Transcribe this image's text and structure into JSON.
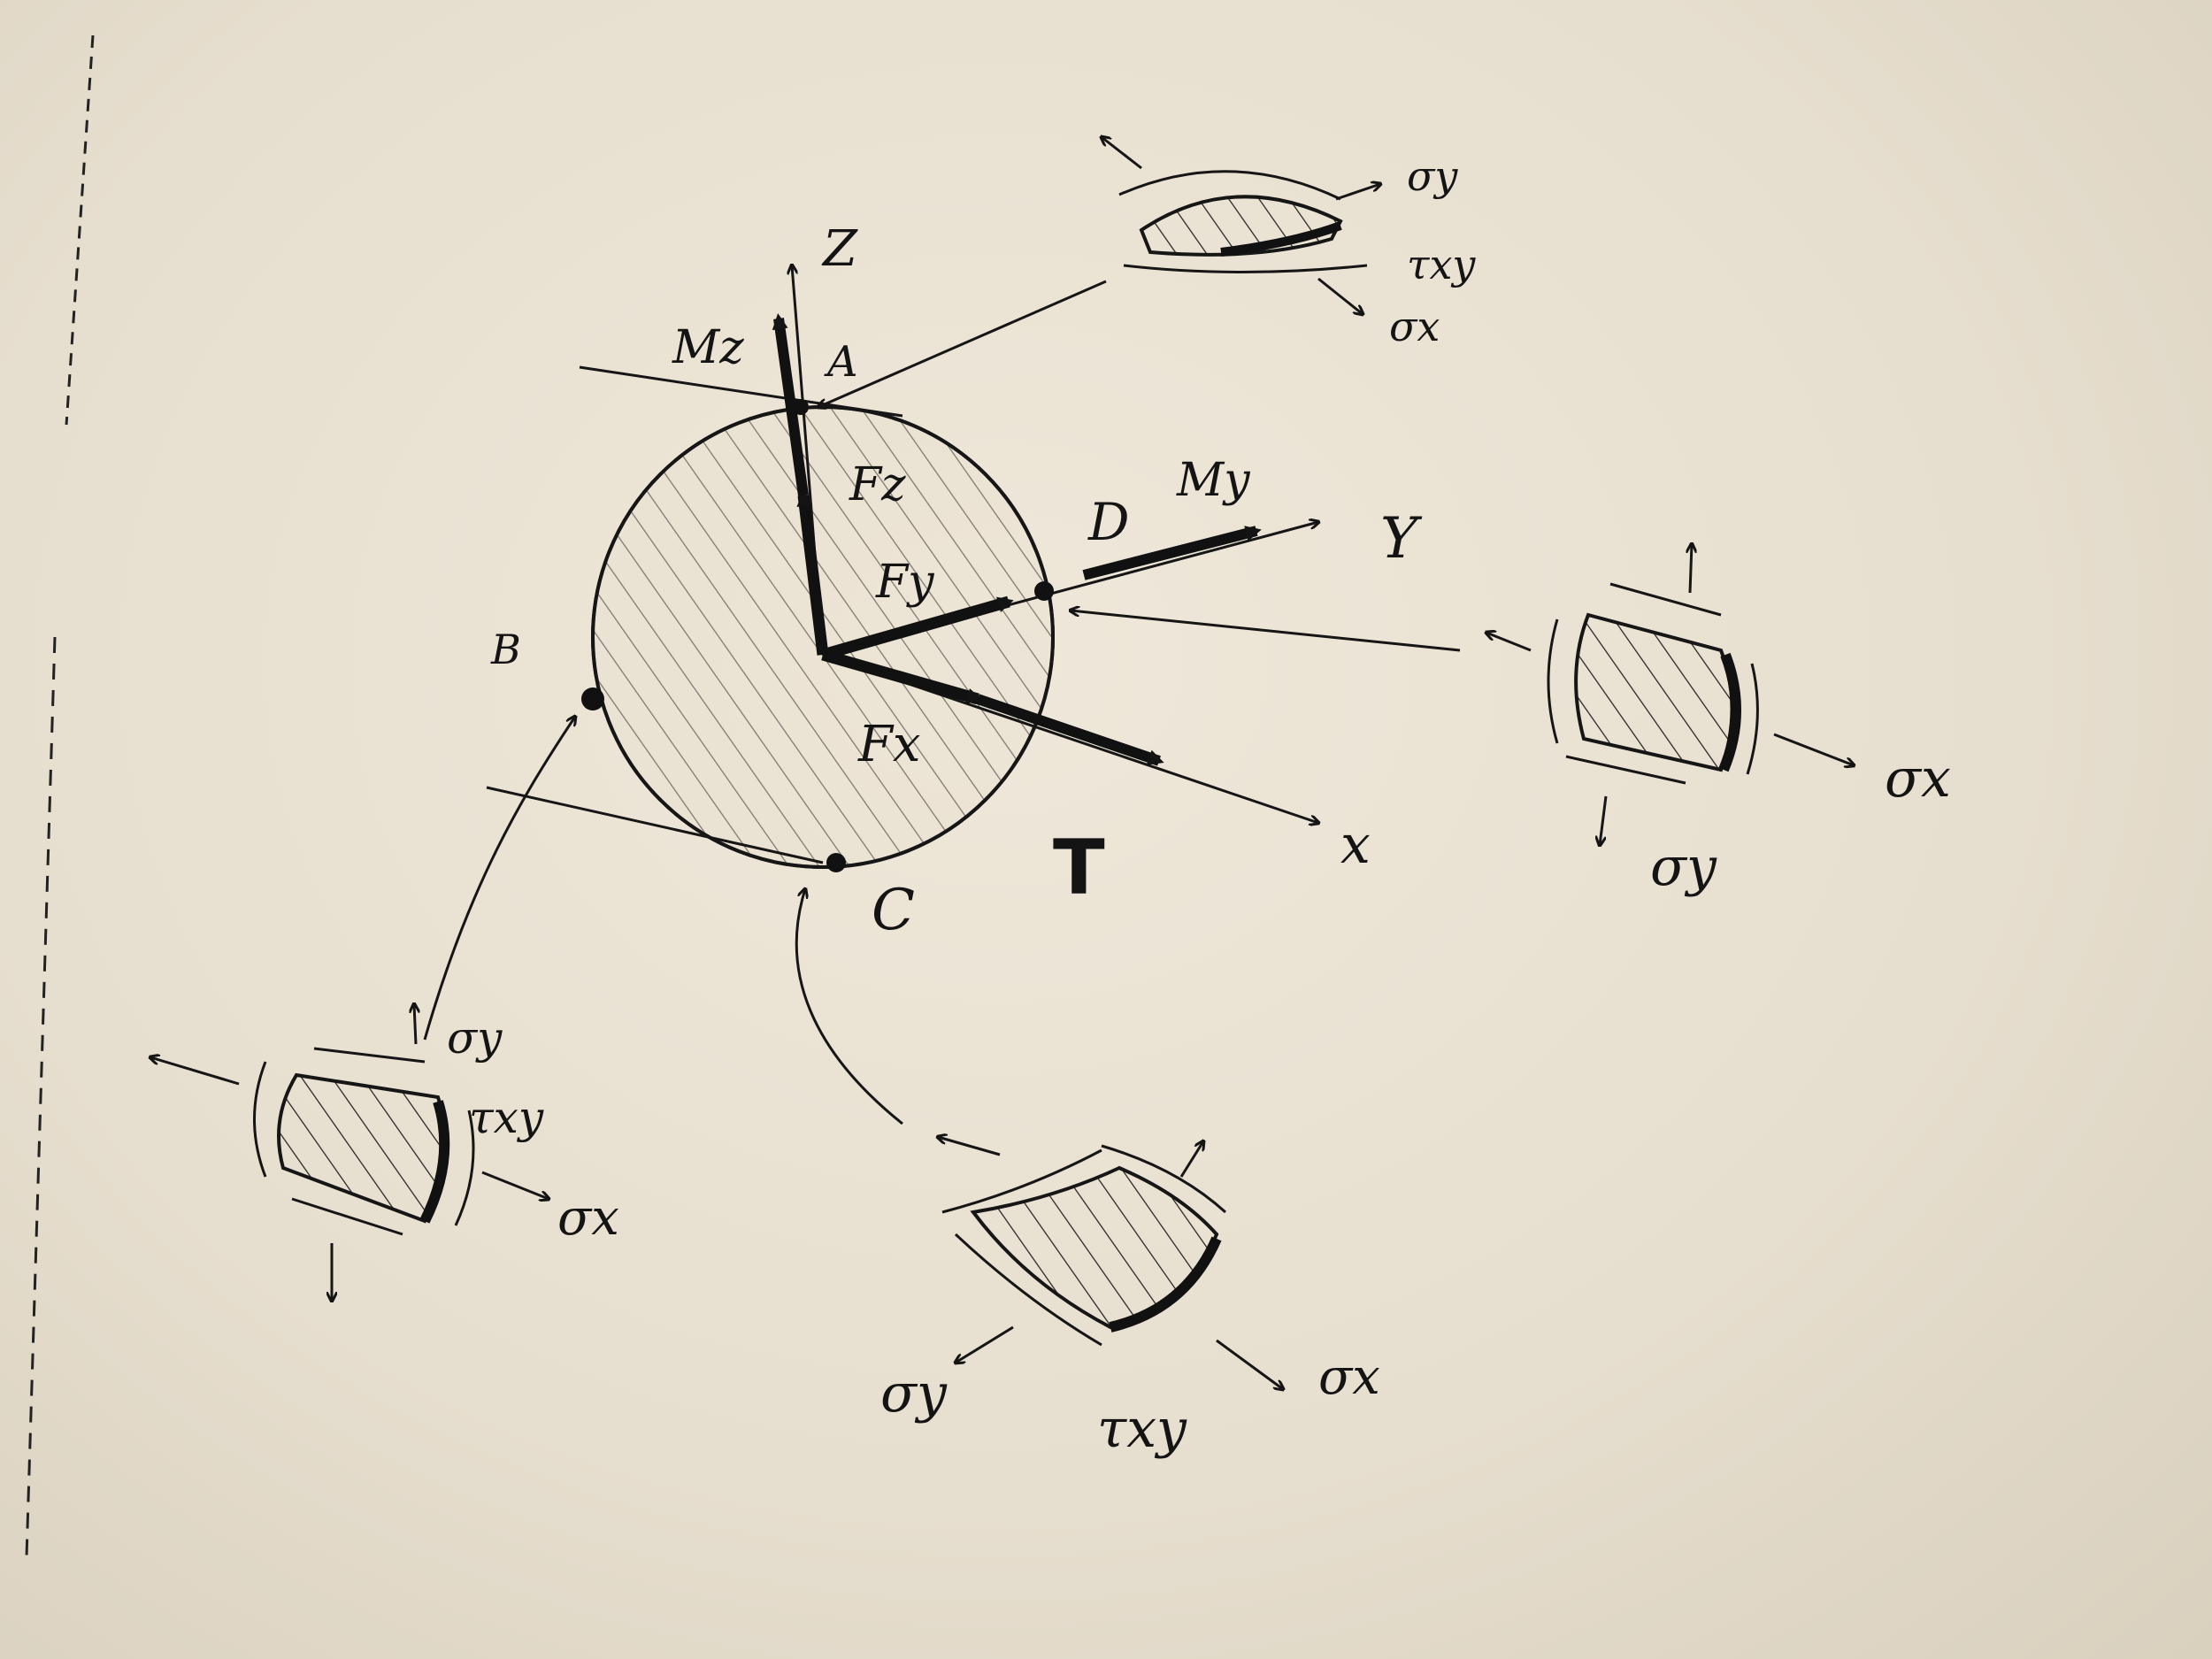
{
  "diagram": {
    "points": {
      "a": "A",
      "b": "B",
      "c": "C",
      "d": "D"
    },
    "axes": {
      "x": "x",
      "y": "Y",
      "z": "Z"
    },
    "forces": {
      "fx": "Fx",
      "fy": "Fy",
      "fz": "Fz"
    },
    "moments": {
      "my": "My",
      "mz": "Mz",
      "t": "T"
    },
    "stresses": {
      "sigma_x": "σx",
      "sigma_y": "σy",
      "tau_xy": "τxy"
    }
  }
}
